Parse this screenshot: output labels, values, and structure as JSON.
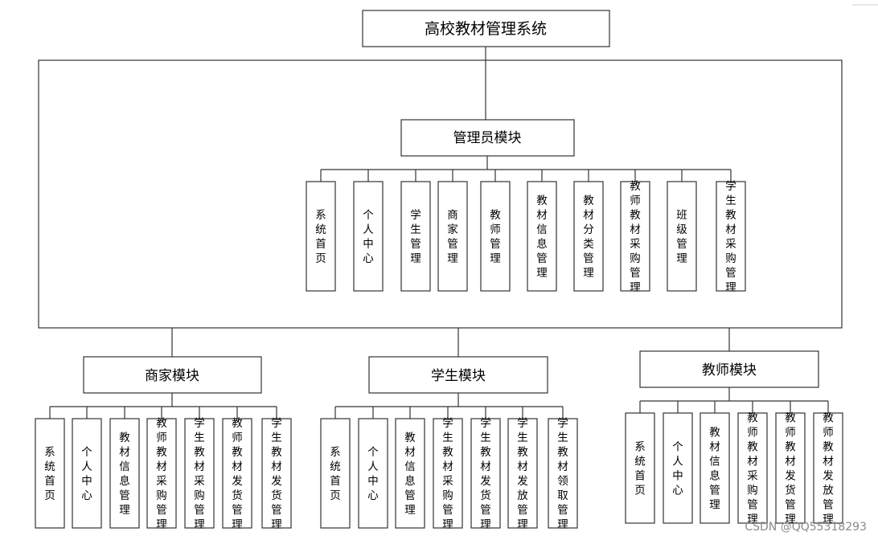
{
  "root": "高校教材管理系统",
  "admin": {
    "title": "管理员模块",
    "items": [
      "系统首页",
      "个人中心",
      "学生管理",
      "商家管理",
      "教师管理",
      "教材信息管理",
      "教材分类管理",
      "教师教材采购管理",
      "班级管理",
      "学生教材采购管理"
    ]
  },
  "merchant": {
    "title": "商家模块",
    "items": [
      "系统首页",
      "个人中心",
      "教材信息管理",
      "教师教材采购管理",
      "学生教材采购管理",
      "教师教材发货管理",
      "学生教材发货管理"
    ]
  },
  "student": {
    "title": "学生模块",
    "items": [
      "系统首页",
      "个人中心",
      "教材信息管理",
      "学生教材采购管理",
      "学生教材发货管理",
      "学生教材发放管理",
      "学生教材领取管理"
    ]
  },
  "teacher": {
    "title": "教师模块",
    "items": [
      "系统首页",
      "个人中心",
      "教材信息管理",
      "教师教材采购管理",
      "教师教材发货管理",
      "教师教材发放管理"
    ]
  },
  "watermark": "CSDN @QQ55318293"
}
